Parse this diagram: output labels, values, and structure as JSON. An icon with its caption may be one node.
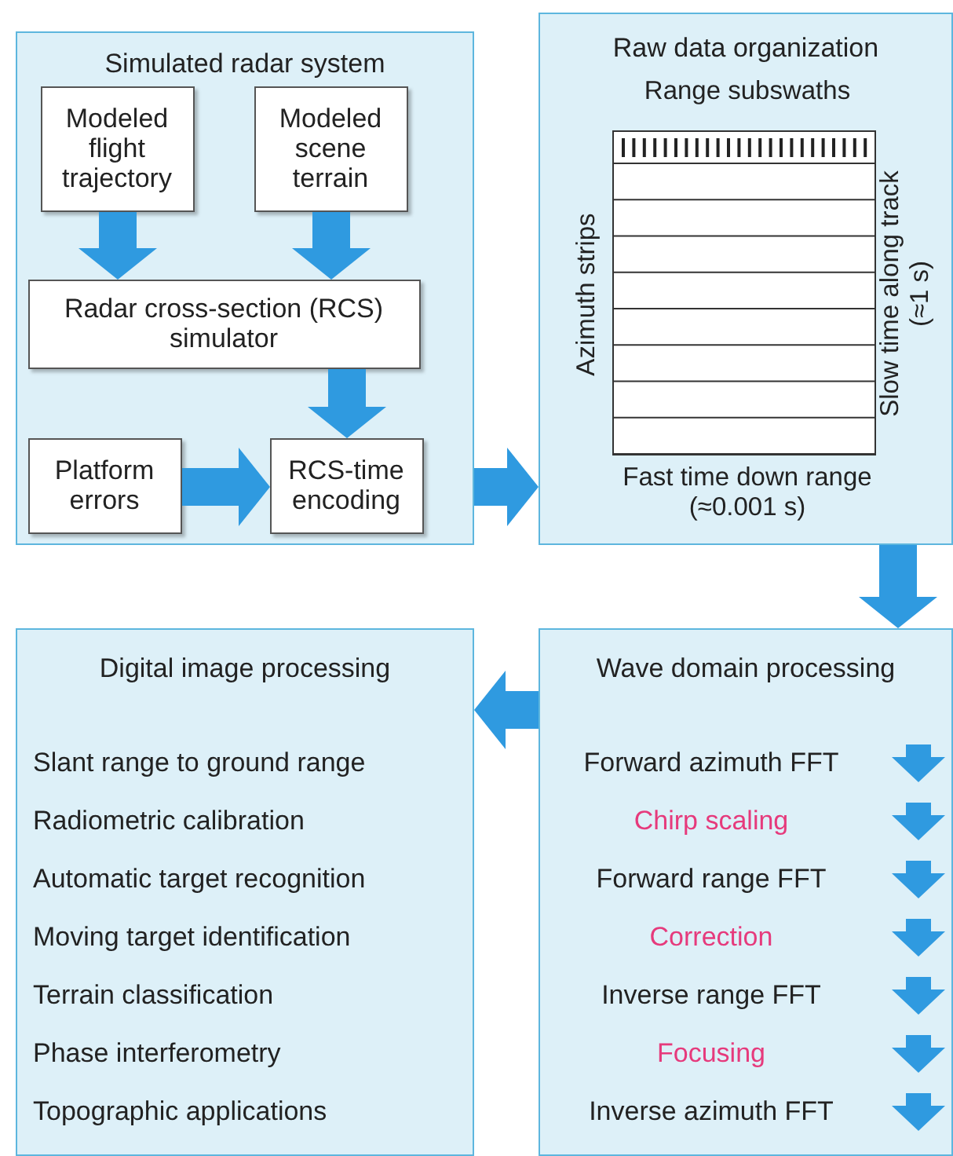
{
  "diagram": {
    "nodes": [
      {
        "text": [
          "Simulated radar system"
        ]
      },
      {
        "text": [
          "Modeled flight trajectory"
        ],
        "in": 0
      },
      {
        "text": [
          "Modeled scene terrain"
        ],
        "in": 0
      },
      {
        "text": [
          "Radar cross-section (RCS) simulator"
        ],
        "in": 0
      },
      {
        "text": [
          "Platform errors"
        ],
        "in": 0
      },
      {
        "text": [
          "RCS-time encoding"
        ],
        "in": 0
      },
      {
        "text": [
          "Raw data organization"
        ]
      },
      {
        "text": [
          "Wave domain processing",
          "Forward azimuth FFT",
          "Chirp scaling",
          "Forward range FFT",
          "Correction",
          "Inverse range FFT",
          "Focusing",
          "Inverse azimuth FFT"
        ]
      },
      {
        "text": [
          "Digital image processing",
          "Slant range to ground range",
          "Radiometric calibration",
          "Automatic target recognition",
          "Moving target identification",
          "Terrain classification",
          "Phase interferometry",
          "Topographic applications"
        ]
      }
    ],
    "edges": [
      {
        "from": 1,
        "to": 3,
        "arrow": "to"
      },
      {
        "from": 2,
        "to": 3,
        "arrow": "to"
      },
      {
        "from": 3,
        "to": 5,
        "arrow": "to"
      },
      {
        "from": 4,
        "to": 5,
        "arrow": "to"
      },
      {
        "from": 0,
        "to": 6,
        "arrow": "to"
      },
      {
        "from": 6,
        "to": 7,
        "arrow": "to"
      },
      {
        "from": 7,
        "to": 8,
        "arrow": "to"
      }
    ],
    "labels": [
      "Range subswaths",
      "Azimuth strips",
      "Slow time along track (≈1 s)",
      "Fast time down range (≈0.001 s)"
    ]
  }
}
